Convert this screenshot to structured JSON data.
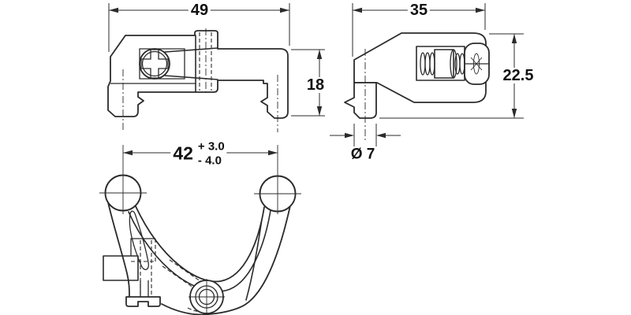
{
  "colors": {
    "background": "#ffffff",
    "line": "#2b2b2b",
    "text": "#111111"
  },
  "dimensions": {
    "front_width": "49",
    "side_depth": "35",
    "front_height": "18",
    "side_height": "22.5",
    "spacing_value": "42",
    "spacing_tolerance_plus": "+ 3.0",
    "spacing_tolerance_minus": "- 4.0",
    "peg_diameter": "Ø 7"
  }
}
